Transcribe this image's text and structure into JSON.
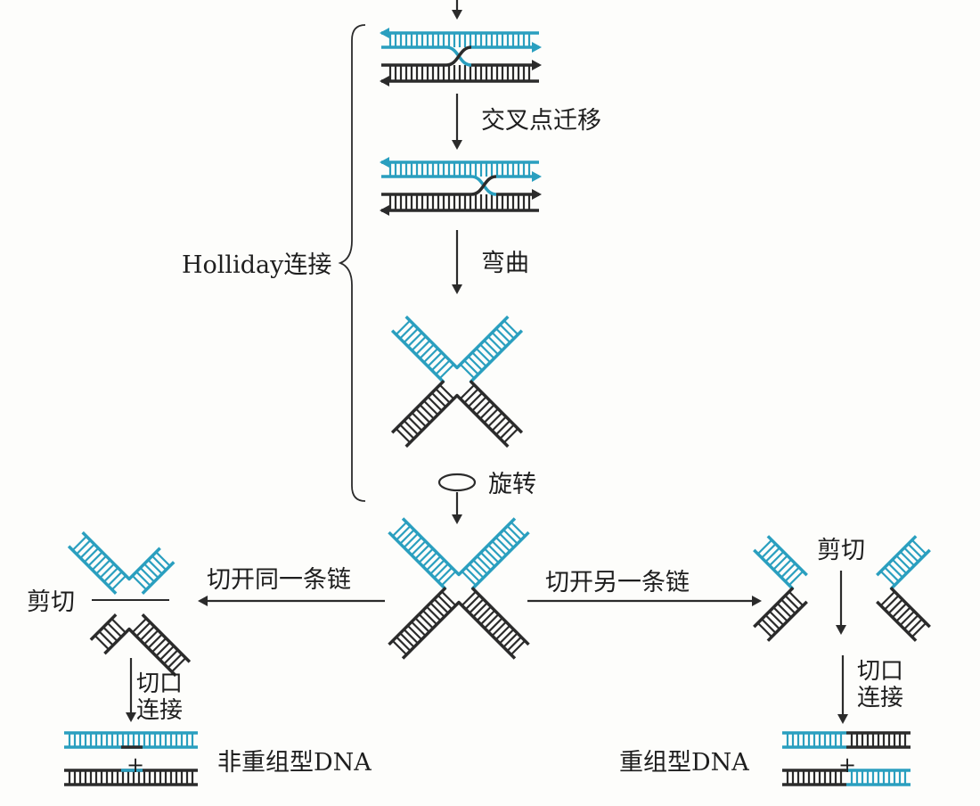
{
  "colors": {
    "teal": "#2a9fbf",
    "dark": "#2b2b2b"
  },
  "labels": {
    "branch_migration": "交叉点迁移",
    "bending": "弯曲",
    "holliday": "Holliday连接",
    "rotation": "旋转",
    "cut_same": "切开同一条链",
    "cut_other": "切开另一条链",
    "shear_left": "剪切",
    "shear_right": "剪切",
    "nick_left_1": "切口",
    "nick_left_2": "连接",
    "nick_right_1": "切口",
    "nick_right_2": "连接",
    "plus_left": "+",
    "plus_right": "+",
    "nonrecombinant": "非重组型DNA",
    "recombinant": "重组型DNA"
  }
}
